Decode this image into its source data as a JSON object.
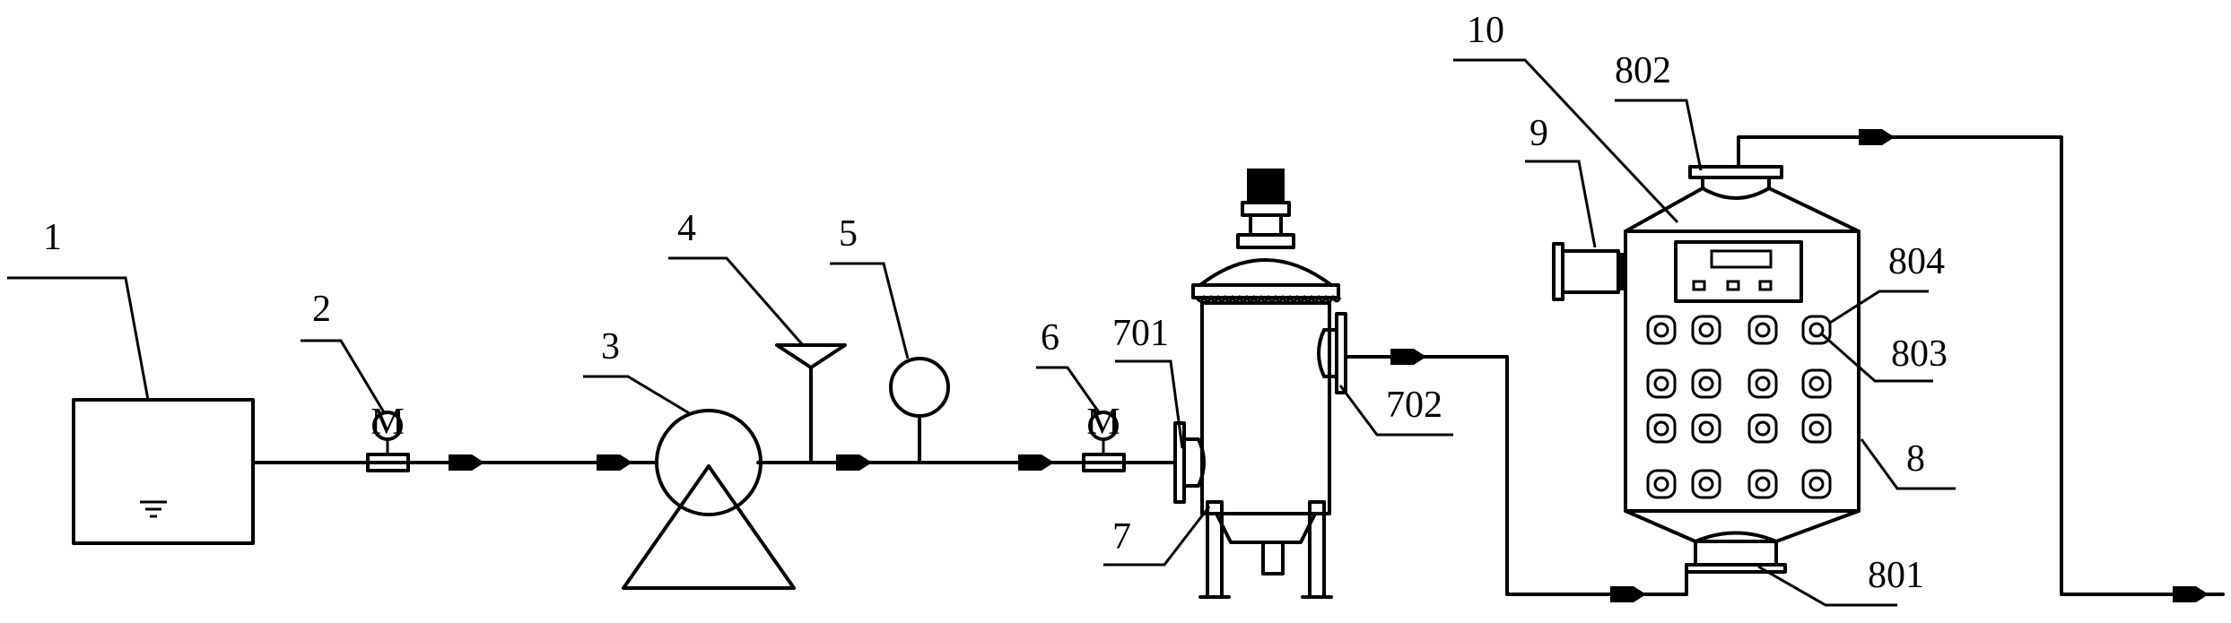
{
  "labels": {
    "l1": "1",
    "l2": "2",
    "l3": "3",
    "l4": "4",
    "l5": "5",
    "l6": "6",
    "l701": "701",
    "l7": "7",
    "l702": "702",
    "l8": "8",
    "l801": "801",
    "l802": "802",
    "l803": "803",
    "l804": "804",
    "l9": "9",
    "l10": "10"
  },
  "meter_symbol": "M",
  "colors": {
    "ink": "#000000",
    "background": "#ffffff"
  }
}
